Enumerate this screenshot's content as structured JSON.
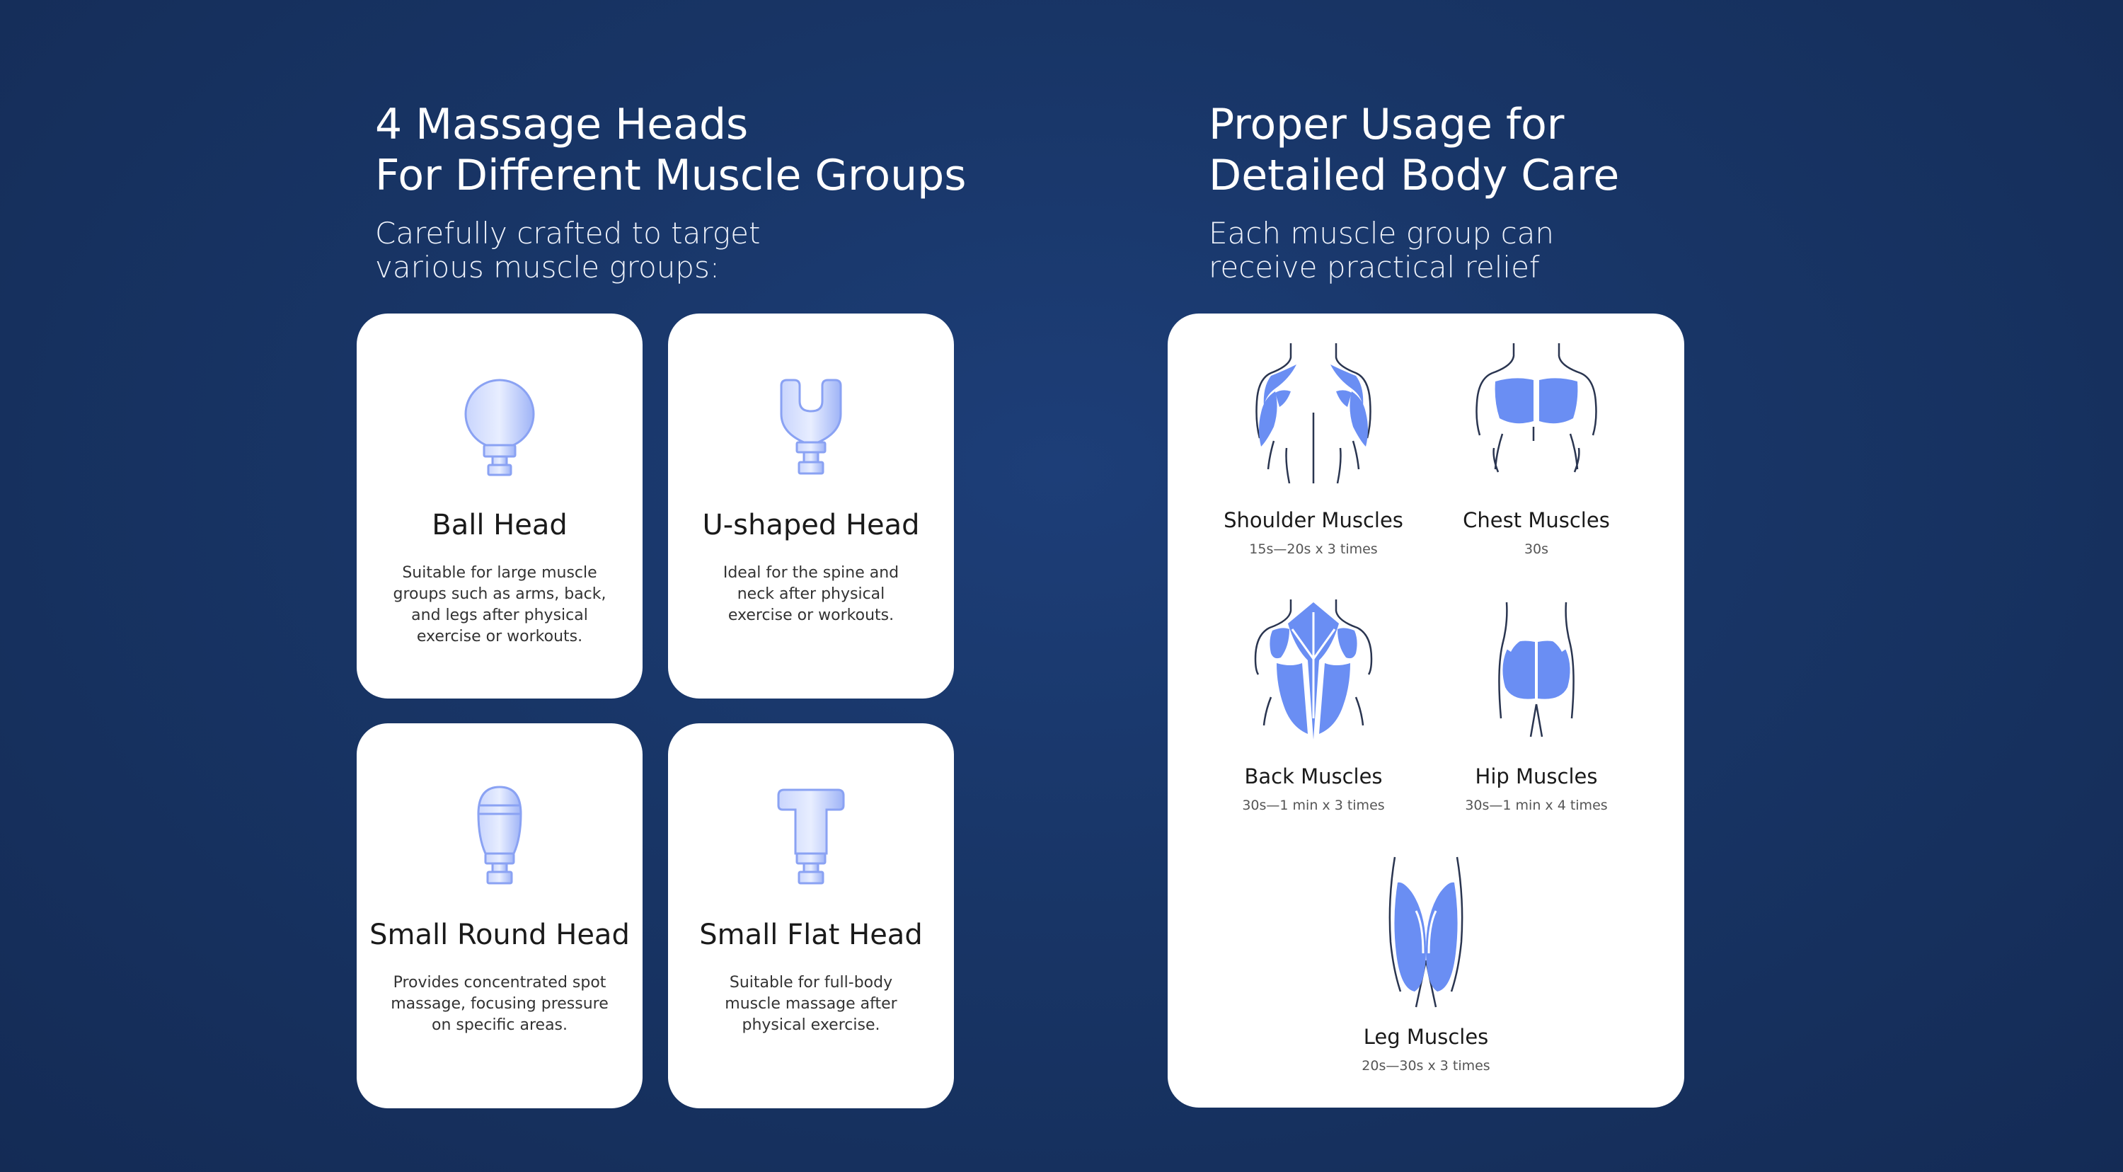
{
  "left_section": {
    "title_line1": "4 Massage Heads",
    "title_line2": "For Different Muscle Groups",
    "subtitle_line1": "Carefully crafted to target",
    "subtitle_line2": "various muscle groups:"
  },
  "right_section": {
    "title_line1": "Proper Usage for",
    "title_line2": "Detailed Body Care",
    "subtitle_line1": "Each muscle group can",
    "subtitle_line2": "receive practical relief"
  },
  "massage_heads": [
    {
      "icon": "ball-head-icon",
      "title": "Ball Head",
      "desc1": "Suitable for large muscle",
      "desc2": "groups such as arms, back,",
      "desc3": "and legs after physical",
      "desc4": "exercise or workouts."
    },
    {
      "icon": "u-shaped-head-icon",
      "title": "U-shaped Head",
      "desc1": "Ideal for the spine and",
      "desc2": "neck after physical",
      "desc3": "exercise or workouts.",
      "desc4": ""
    },
    {
      "icon": "small-round-head-icon",
      "title": "Small Round Head",
      "desc1": "Provides concentrated spot",
      "desc2": "massage, focusing pressure",
      "desc3": "on specific areas.",
      "desc4": ""
    },
    {
      "icon": "small-flat-head-icon",
      "title": "Small Flat Head",
      "desc1": "Suitable for full-body",
      "desc2": "muscle massage after",
      "desc3": "physical exercise.",
      "desc4": ""
    }
  ],
  "muscle_groups": [
    {
      "icon": "shoulder-muscles-icon",
      "name": "Shoulder Muscles",
      "time": "15s—20s x 3 times"
    },
    {
      "icon": "chest-muscles-icon",
      "name": "Chest Muscles",
      "time": "30s"
    },
    {
      "icon": "back-muscles-icon",
      "name": "Back Muscles",
      "time": "30s—1 min x 3 times"
    },
    {
      "icon": "hip-muscles-icon",
      "name": "Hip Muscles",
      "time": "30s—1 min x 4 times"
    },
    {
      "icon": "leg-muscles-icon",
      "name": "Leg Muscles",
      "time": "20s—30s x 3 times"
    }
  ],
  "colors": {
    "background": "#183566",
    "card": "#ffffff",
    "muscle_fill": "#6a8ef3",
    "outline": "#2a3550",
    "head_fill": "#b9c8fb"
  }
}
